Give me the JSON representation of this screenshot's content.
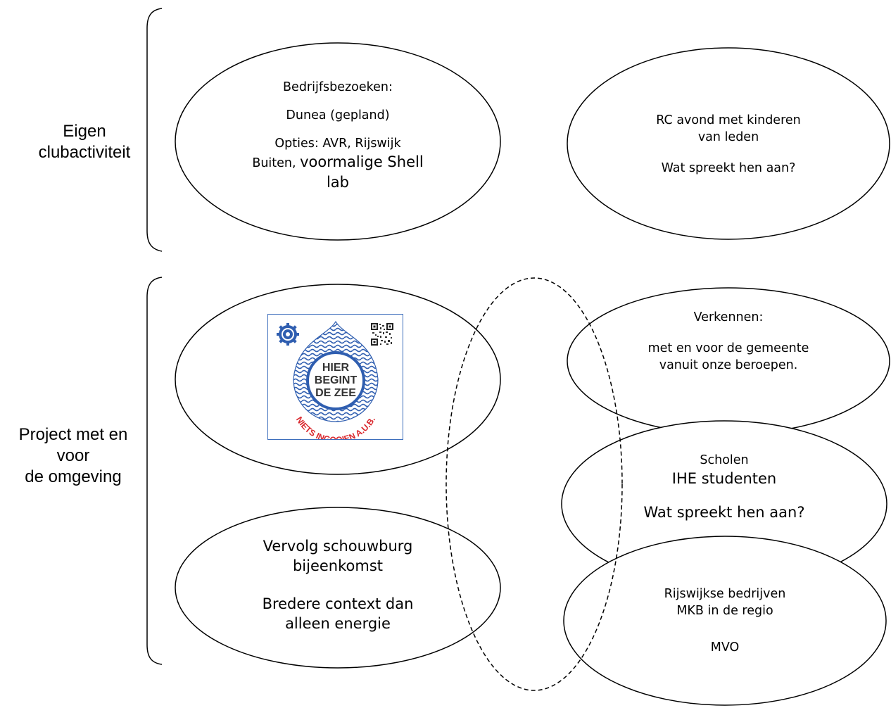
{
  "groups": {
    "top": {
      "line1": "Eigen",
      "line2": "clubactiviteit"
    },
    "bottom": {
      "line1": "Project met en",
      "line2": "voor",
      "line3": "de omgeving"
    }
  },
  "ellipses": {
    "bedrijfsbezoeken": {
      "title": "Bedrijfsbezoeken:",
      "line2": "Dunea (gepland)",
      "line3": "Opties: AVR, Rijswijk",
      "line4a": "Buiten, ",
      "line4b": "voormalige Shell",
      "line5": "lab"
    },
    "rc_avond": {
      "line1": "RC avond met kinderen",
      "line2": "van leden",
      "line3": "Wat spreekt hen aan?"
    },
    "verkennen": {
      "line1": "Verkennen:",
      "line2": "met en voor de gemeente",
      "line3": "vanuit onze beroepen."
    },
    "scholen": {
      "line1": "Scholen",
      "line2": "IHE studenten",
      "line3": "Wat spreekt hen aan?"
    },
    "schouwburg": {
      "line1": "Vervolg schouwburg",
      "line2": "bijeenkomst",
      "line3": "Bredere context dan",
      "line4": "alleen energie"
    },
    "bedrijven": {
      "line1": "Rijswijkse bedrijven",
      "line2": "MKB in de regio",
      "line3": "MVO"
    }
  },
  "logo": {
    "line1": "HIER",
    "line2": "BEGINT",
    "line3": "DE ZEE",
    "arc_text": "NIETS INGOOIEN A.U.B.",
    "colors": {
      "blue": "#2f5eb0",
      "red": "#d9262c",
      "border": "#3d6ebc"
    }
  }
}
